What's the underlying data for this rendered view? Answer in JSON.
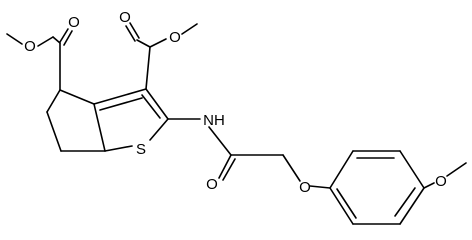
{
  "atoms": {
    "o_methyl_left": "O",
    "o_carbonyl_left": "O",
    "o_carbonyl_right": "O",
    "o_methyl_right": "O",
    "nh": "NH",
    "s": "S",
    "o_amide": "O",
    "o_ether": "O",
    "o_methoxy": "O"
  },
  "colors": {
    "ink": "#000000",
    "background": "#ffffff"
  }
}
